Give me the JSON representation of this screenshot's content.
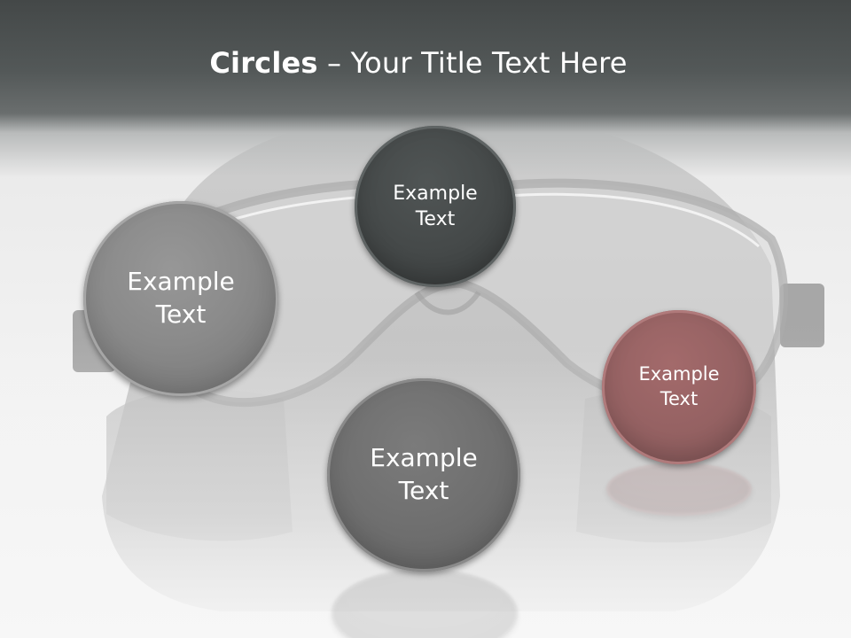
{
  "slide": {
    "title_bold": "Circles",
    "title_rest": " – Your Title Text Here"
  },
  "circles": [
    {
      "label": "Example\nText",
      "color": "#8a8a8a"
    },
    {
      "label": "Example\nText",
      "color": "#444848"
    },
    {
      "label": "Example\nText",
      "color": "#6f6f6f"
    },
    {
      "label": "Example\nText",
      "color": "#946162"
    }
  ],
  "background_image": "goggles-photo"
}
